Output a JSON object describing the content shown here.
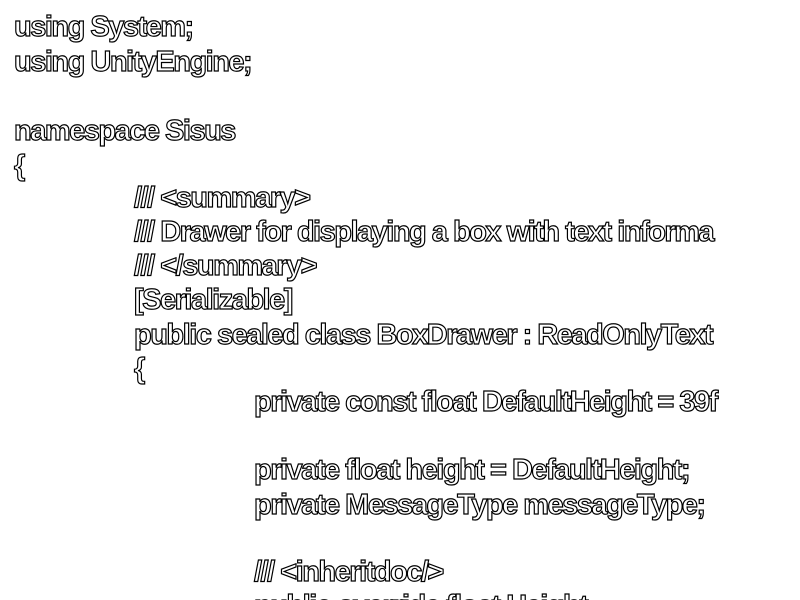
{
  "colors": {
    "background": "#ffffff",
    "text_fill": "#ffffff",
    "text_outline": "#000000"
  },
  "code_lines": [
    "using System;",
    "using UnityEngine;",
    "",
    "namespace Sisus",
    "{",
    "/// <summary>",
    "/// Drawer for displaying a box with text informa",
    "/// </summary>",
    "[Serializable]",
    "public sealed class BoxDrawer : ReadOnlyText",
    "{",
    "private const float DefaultHeight = 39f",
    "",
    "private float height = DefaultHeight;",
    "private MessageType messageType;",
    "",
    "/// <inheritdoc/>",
    "public override float Height"
  ]
}
